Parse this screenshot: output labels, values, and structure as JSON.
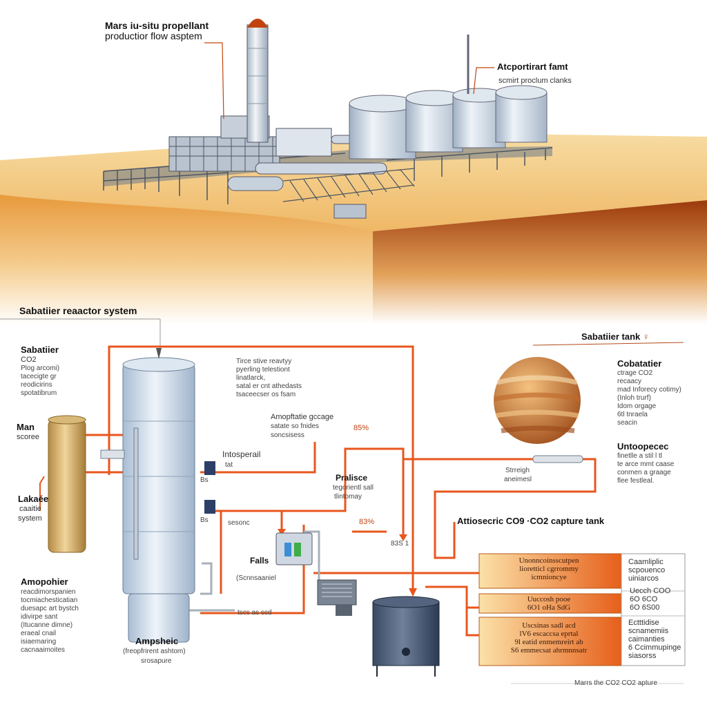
{
  "plant": {
    "title_lines": [
      "Mars iu-situ propellant",
      "productior flow asptem"
    ],
    "right_title": "Atcportirart famt",
    "right_sub": "scmirt proclum clanks"
  },
  "sabatier_header": "Sabatiier reaactor system",
  "left_labels": {
    "sab_title": "Sabatiier",
    "sab_co2": "CO2",
    "sab_lines": [
      "Plog arcomi)",
      "tacecigte gr",
      "reodicirins",
      "spotatibrum"
    ],
    "man_title": "Man",
    "man_sub": "scoree",
    "lake_title": "Lakaée",
    "lake_sub": "caaitie",
    "lake_sys": "system",
    "amo_title": "Amopohier",
    "amo_lines": [
      "reacdimorspanien",
      "tocmiachesticatian",
      "duesapc art bystch",
      "idivirpe sant",
      "(Itucanne dimne)",
      "eraeal cnail",
      "isiaemaring",
      "cacnaaimoites"
    ]
  },
  "reactor": {
    "caption_title": "Amрsheic",
    "caption_lines": [
      "(freopfrirent ashtom)",
      "srosapure"
    ]
  },
  "center_text": {
    "block1": [
      "Tirce stive reavtyy",
      "pyerling telestiont",
      "linatlarck,",
      "satal er cnt athedasts",
      "tsaceecser os fsam"
    ],
    "amp_title": "Amopftatie gccage",
    "amp_lines": [
      "satate so fnides",
      "soncsisess"
    ],
    "pct1": "85%",
    "intos": "Intosperail",
    "intos_sub": "tat",
    "praliso": "Pralisce",
    "praliso_lines": [
      "tegorientl sall",
      "tlintomay"
    ],
    "pct2": "83%",
    "b1": "Bs",
    "b2": "Bs",
    "sesonc": "sesonc",
    "falls": "Falls",
    "paren": "(Scnnsaaniel",
    "bottom_pipe": "tscs as scd",
    "ports": "83S 1"
  },
  "pipe_readout": [
    "Strreigh",
    "aneimesl"
  ],
  "sphere_panel": {
    "title": "Sabatiier tank",
    "mark": "♀",
    "co_title": "Cobatatier",
    "co_lines": [
      "ctrage CO2",
      "recaacy",
      "mad Inforecy cotimy)",
      "(Inloh trurf)",
      "Idom orgage",
      "6tl tnraela",
      "seacin"
    ],
    "unto_title": "Untoopecec",
    "unto_lines": [
      "finetlle a stil l tl",
      "te arce mmt caase",
      "conmen a graage",
      "flee festleal."
    ]
  },
  "capture": {
    "title": "Attiosecric CO9 ·CO2 capture tank",
    "rows": [
      [
        "Unonncoinsscutpen",
        "lioretticl cgrrommy",
        "icmnioncye"
      ],
      [
        "Uuccosh pooe",
        "6O1 oHa SdG"
      ],
      [
        "Uscsinas sadl acd",
        "lV6 escaccsa eprtal",
        "9l eatid enmemreirt ab",
        "S6 emmecsat ahrmnnsatr"
      ]
    ],
    "side": [
      [
        "Caamliplic",
        "scpouenco",
        "uiniarcos"
      ],
      [
        "Uecch COO",
        "6O 6CO",
        "6O 6S00"
      ],
      [
        "Ectttidise",
        "scnamemiis",
        "caimanties",
        "6 Ccimmupinge",
        "siasorss"
      ]
    ],
    "footer": "Marrs the CO2 CO2 apture"
  },
  "colors": {
    "pipe": "#e8561c",
    "sand_light": "#f6d08e",
    "sand_dark": "#a8420e",
    "tank": "#c9d3e0",
    "panel_orange": "#e86a1e"
  }
}
